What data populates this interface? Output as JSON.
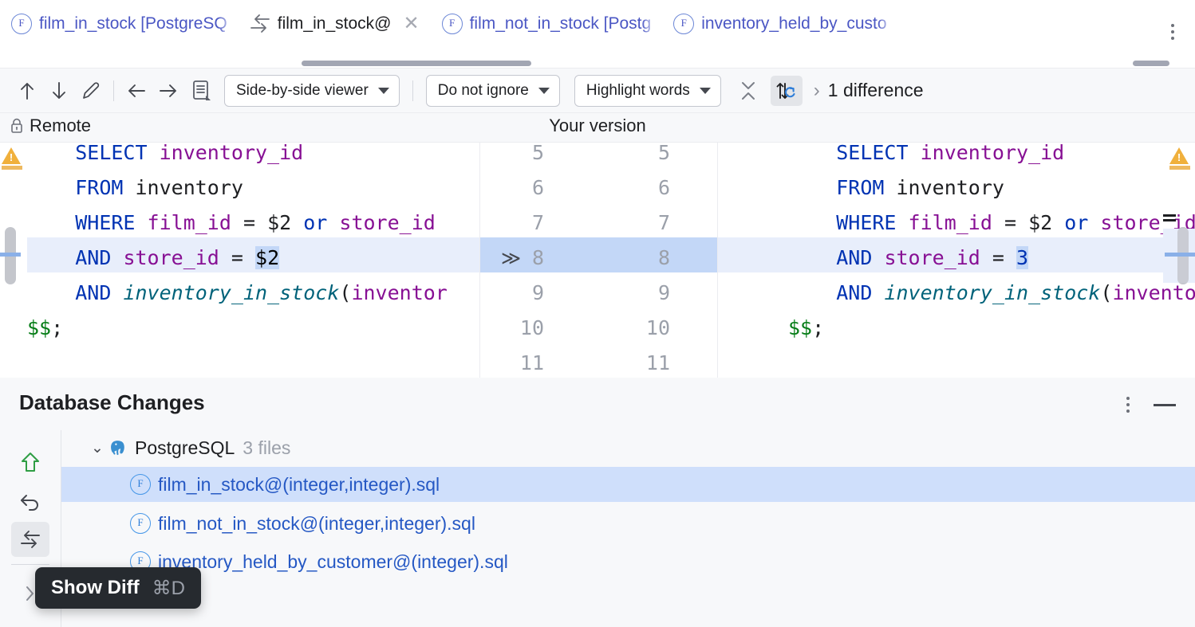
{
  "tabs": [
    {
      "label": "film_in_stock [PostgreSQ",
      "icon": "function-file-icon",
      "active": false,
      "truncated": true
    },
    {
      "label": "film_in_stock@",
      "icon": "diff-swap-icon",
      "active": true,
      "closable": true
    },
    {
      "label": "film_not_in_stock [Postg",
      "icon": "function-file-icon",
      "active": false,
      "truncated": true
    },
    {
      "label": "inventory_held_by_custo",
      "icon": "function-file-icon",
      "active": false,
      "truncated": true
    }
  ],
  "tabbar": {
    "overflow_menu": "more-options-icon"
  },
  "toolbar": {
    "buttons": [
      {
        "name": "previous-difference-button",
        "icon": "arrow-up-icon"
      },
      {
        "name": "next-difference-button",
        "icon": "arrow-down-icon"
      },
      {
        "name": "edit-button",
        "icon": "pencil-icon"
      },
      {
        "name": "navigate-back-button",
        "icon": "arrow-left-icon"
      },
      {
        "name": "navigate-forward-button",
        "icon": "arrow-right-icon"
      },
      {
        "name": "whitespace-button",
        "icon": "document-lines-icon"
      }
    ],
    "viewer_mode": "Side-by-side viewer",
    "ignore_mode": "Do not ignore",
    "highlight_mode": "Highlight words",
    "collapse_unchanged": "collapse-icon",
    "synchronize_scroll": "sync-scroll-icon",
    "expand_chevron": "chevron-right-icon",
    "difference_count": "1 difference"
  },
  "diff": {
    "left_title": "Remote",
    "left_lock_icon": "lock-icon",
    "right_title": "Your version",
    "left_lines": [
      {
        "num": "5",
        "tokens": [
          {
            "t": "    ",
            "c": "plain"
          },
          {
            "t": "SELECT",
            "c": "k"
          },
          {
            "t": " ",
            "c": "plain"
          },
          {
            "t": "inventory_id",
            "c": "id"
          }
        ],
        "clipped_top": true
      },
      {
        "num": "6",
        "tokens": [
          {
            "t": "    ",
            "c": "plain"
          },
          {
            "t": "FROM",
            "c": "k"
          },
          {
            "t": " inventory",
            "c": "plain"
          }
        ]
      },
      {
        "num": "7",
        "tokens": [
          {
            "t": "    ",
            "c": "plain"
          },
          {
            "t": "WHERE",
            "c": "k"
          },
          {
            "t": " ",
            "c": "plain"
          },
          {
            "t": "film_id",
            "c": "id"
          },
          {
            "t": " = ",
            "c": "plain"
          },
          {
            "t": "$2",
            "c": "plain"
          },
          {
            "t": " or ",
            "c": "k"
          },
          {
            "t": "store_id",
            "c": "id"
          }
        ]
      },
      {
        "num": "8",
        "highlight": true,
        "tokens": [
          {
            "t": "    ",
            "c": "plain"
          },
          {
            "t": "AND",
            "c": "k"
          },
          {
            "t": " ",
            "c": "plain"
          },
          {
            "t": "store_id",
            "c": "id"
          },
          {
            "t": " = ",
            "c": "plain"
          },
          {
            "t": "$2",
            "c": "chg"
          }
        ]
      },
      {
        "num": "9",
        "tokens": [
          {
            "t": "    ",
            "c": "plain"
          },
          {
            "t": "AND",
            "c": "k"
          },
          {
            "t": " ",
            "c": "plain"
          },
          {
            "t": "inventory_in_stock",
            "c": "fn"
          },
          {
            "t": "(",
            "c": "plain"
          },
          {
            "t": "inventor",
            "c": "id"
          }
        ]
      },
      {
        "num": "10",
        "tokens": [
          {
            "t": "$$",
            "c": "dollar"
          },
          {
            "t": ";",
            "c": "plain"
          }
        ]
      },
      {
        "num": "11",
        "tokens": []
      }
    ],
    "right_lines": [
      {
        "num": "5",
        "tokens": [
          {
            "t": "    ",
            "c": "plain"
          },
          {
            "t": "SELECT",
            "c": "k"
          },
          {
            "t": " ",
            "c": "plain"
          },
          {
            "t": "inventory_id",
            "c": "id"
          }
        ],
        "clipped_top": true
      },
      {
        "num": "6",
        "tokens": [
          {
            "t": "    ",
            "c": "plain"
          },
          {
            "t": "FROM",
            "c": "k"
          },
          {
            "t": " inventory",
            "c": "plain"
          }
        ]
      },
      {
        "num": "7",
        "tokens": [
          {
            "t": "    ",
            "c": "plain"
          },
          {
            "t": "WHERE",
            "c": "k"
          },
          {
            "t": " ",
            "c": "plain"
          },
          {
            "t": "film_id",
            "c": "id"
          },
          {
            "t": " = ",
            "c": "plain"
          },
          {
            "t": "$2",
            "c": "plain"
          },
          {
            "t": " or ",
            "c": "k"
          },
          {
            "t": "store_id",
            "c": "id"
          },
          {
            "t": " =",
            "c": "plain"
          }
        ]
      },
      {
        "num": "8",
        "highlight": true,
        "tokens": [
          {
            "t": "    ",
            "c": "plain"
          },
          {
            "t": "AND",
            "c": "k"
          },
          {
            "t": " ",
            "c": "plain"
          },
          {
            "t": "store_id",
            "c": "id"
          },
          {
            "t": " = ",
            "c": "plain"
          },
          {
            "t": "3",
            "c": "chgnum"
          }
        ]
      },
      {
        "num": "9",
        "tokens": [
          {
            "t": "    ",
            "c": "plain"
          },
          {
            "t": "AND",
            "c": "k"
          },
          {
            "t": " ",
            "c": "plain"
          },
          {
            "t": "inventory_in_stock",
            "c": "fn"
          },
          {
            "t": "(",
            "c": "plain"
          },
          {
            "t": "inventory_",
            "c": "id"
          }
        ]
      },
      {
        "num": "10",
        "tokens": [
          {
            "t": "$$",
            "c": "dollar"
          },
          {
            "t": ";",
            "c": "plain"
          }
        ]
      },
      {
        "num": "11",
        "tokens": []
      }
    ],
    "change_marker": "≫",
    "left_warning_icon": "warning-triangle-icon",
    "right_warning_icon": "warning-triangle-icon"
  },
  "database_changes": {
    "title": "Database Changes",
    "options_icon": "more-options-icon",
    "minimize_icon": "minimize-icon",
    "side_actions": [
      {
        "name": "submit-changes-button",
        "icon": "arrow-up-green-icon"
      },
      {
        "name": "revert-button",
        "icon": "undo-icon"
      },
      {
        "name": "show-diff-button",
        "icon": "show-diff-arrows-icon",
        "pressed": true
      },
      {
        "name": "expand-button",
        "icon": "chevron-right-icon"
      }
    ],
    "tree": {
      "group": {
        "twisty": "⌄",
        "icon": "postgresql-elephant-icon",
        "label": "PostgreSQL",
        "count": "3 files"
      },
      "files": [
        {
          "label": "film_in_stock@(integer,integer).sql",
          "icon": "function-file-icon",
          "selected": true
        },
        {
          "label": "film_not_in_stock@(integer,integer).sql",
          "icon": "function-file-icon",
          "selected": false
        },
        {
          "label": "inventory_held_by_customer@(integer).sql",
          "icon": "function-file-icon",
          "selected": false
        }
      ]
    }
  },
  "tooltip": {
    "label": "Show Diff",
    "shortcut": "⌘D"
  },
  "colors": {
    "accent_blue": "#2558c4",
    "selection_blue": "#cfdffb",
    "diff_line": "#e8eefb",
    "diff_token": "#c3d7f7",
    "warning_amber": "#f0b03c",
    "toolbar_bg": "#f7f8fa",
    "green": "#2f9e44"
  }
}
